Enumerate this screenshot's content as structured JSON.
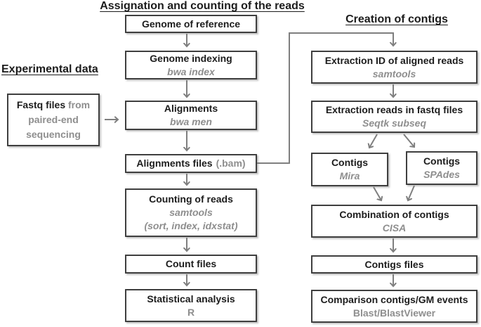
{
  "headings": {
    "left": "Experimental data",
    "middle": "Assignation and counting of the reads",
    "right": "Creation of contigs"
  },
  "nodes": {
    "fastq_files": {
      "strong": "Fastq files",
      "rest": "from paired-end sequencing"
    },
    "genome_reference": {
      "title": "Genome of reference"
    },
    "genome_indexing": {
      "title": "Genome indexing",
      "tool": "bwa index"
    },
    "alignments": {
      "title": "Alignments",
      "tool": "bwa men"
    },
    "alignments_files": {
      "title": "Alignments files",
      "suffix": "(.bam)"
    },
    "counting_reads": {
      "title": "Counting of reads",
      "tool": "samtools",
      "tool2": "(sort, index, idxstat)"
    },
    "count_files": {
      "title": "Count files"
    },
    "statistical_analysis": {
      "title": "Statistical analysis",
      "tool": "R"
    },
    "extraction_id": {
      "title": "Extraction ID of aligned reads",
      "tool": "samtools"
    },
    "extraction_reads": {
      "title": "Extraction reads in fastq files",
      "tool": "Seqtk subseq"
    },
    "contigs_mira": {
      "title": "Contigs",
      "tool": "Mira"
    },
    "contigs_spades": {
      "title": "Contigs",
      "tool": "SPAdes"
    },
    "combination_contigs": {
      "title": "Combination of contigs",
      "tool": "CISA"
    },
    "contigs_files": {
      "title": "Contigs files"
    },
    "comparison": {
      "title": "Comparison contigs/GM events",
      "tool": "Blast/BlastViewer"
    }
  },
  "colors": {
    "text": "#1c1c1c",
    "tool_text": "#8e8e8e",
    "border": "#3f3f3f",
    "arrow": "#7f7f7f",
    "background": "#ffffff"
  }
}
